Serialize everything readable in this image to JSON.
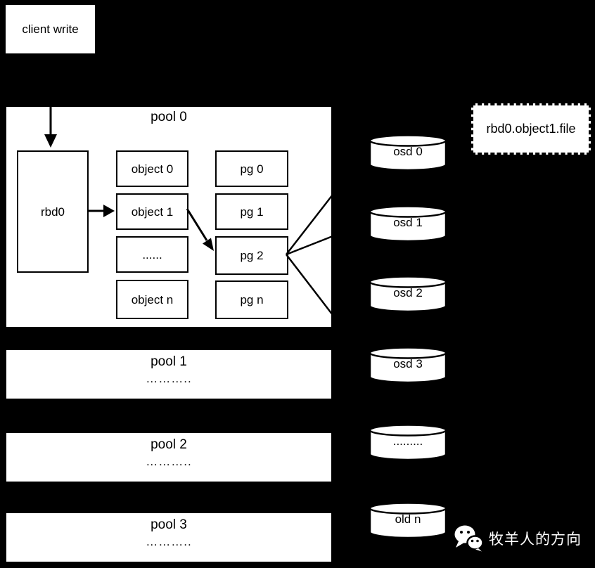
{
  "diagram": {
    "client_write_label": "client write",
    "pool0": {
      "title": "pool 0",
      "rbd_label": "rbd0",
      "objects": [
        "object 0",
        "object 1",
        "......",
        "object n"
      ],
      "pgs": [
        "pg 0",
        "pg 1",
        "pg 2",
        "pg n"
      ]
    },
    "pools": [
      {
        "title": "pool 1",
        "dots": "……….."
      },
      {
        "title": "pool 2",
        "dots": "……….."
      },
      {
        "title": "pool 3",
        "dots": "……….."
      }
    ],
    "osds": [
      "osd 0",
      "osd 1",
      "osd 2",
      "osd 3",
      ".........",
      "old n"
    ],
    "file_label": "rbd0.object1.file",
    "watermark": {
      "icon": "wechat-icon",
      "text": "牧羊人的方向"
    }
  },
  "colors": {
    "background": "#000000",
    "box_fill": "#ffffff",
    "stroke": "#000000",
    "watermark_text": "#ffffff"
  }
}
